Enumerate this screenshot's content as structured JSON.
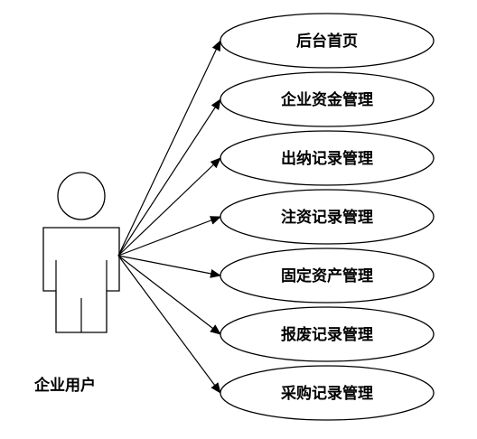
{
  "actor": {
    "label": "企业用户"
  },
  "use_cases": [
    {
      "id": "backend-home",
      "label": "后台首页"
    },
    {
      "id": "enterprise-funds",
      "label": "企业资金管理"
    },
    {
      "id": "cashier-records",
      "label": "出纳记录管理"
    },
    {
      "id": "capital-injection",
      "label": "注资记录管理"
    },
    {
      "id": "fixed-assets",
      "label": "固定资产管理"
    },
    {
      "id": "scrap-records",
      "label": "报废记录管理"
    },
    {
      "id": "purchase-records",
      "label": "采购记录管理"
    }
  ],
  "colors": {
    "stroke": "#000000",
    "fill": "#ffffff"
  }
}
